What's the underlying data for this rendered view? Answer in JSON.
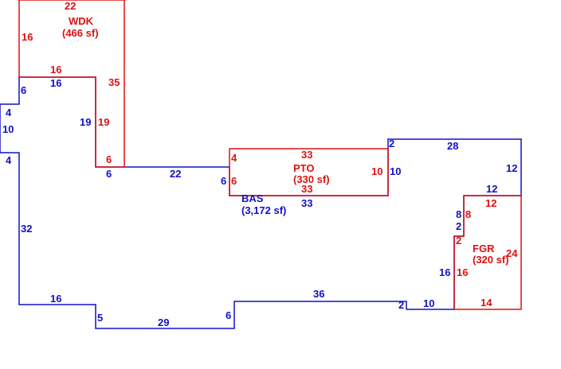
{
  "colors": {
    "main": "#1010c8",
    "addition": "#dd1111",
    "background": "#ffffff"
  },
  "areas": {
    "bas": {
      "code": "BAS",
      "size": "(3,172 sf)"
    },
    "pto": {
      "code": "PTO",
      "size": "(330 sf)"
    },
    "wdk": {
      "code": "WDK",
      "size": "(466 sf)"
    },
    "fgr": {
      "code": "FGR",
      "size": "(320 sf)"
    }
  },
  "dimensions": {
    "bas": {
      "wdk_left_6": "6",
      "wdk_bottom_16": "16",
      "wdk_right_19": "19",
      "bottom_step_6": "6",
      "left_top_4": "4",
      "left_step_10": "10",
      "left_bottom_4": "4",
      "left_side_32": "32",
      "bottom_left_16": "16",
      "bottom_step_5": "5",
      "bottom_29": "29",
      "step_6b": "6",
      "bottom_36": "36",
      "step_2": "2",
      "bottom_10": "10",
      "fgr_left_16": "16",
      "fgr_step_2": "2",
      "fgr_step_8": "8",
      "fgr_top_12": "12",
      "right_12": "12",
      "top_28": "28",
      "pto_right_2": "2",
      "pto_right_10": "10",
      "pto_bottom_33": "33",
      "mid_22": "22",
      "pto_left_6": "6"
    },
    "wdk": {
      "top_22": "22",
      "left_16": "16",
      "bottom_16": "16",
      "right_35": "35",
      "inner_19": "19",
      "bottom_6": "6"
    },
    "pto": {
      "top_33": "33",
      "left_4": "4",
      "left_6": "6",
      "bottom_33": "33",
      "right_10": "10"
    },
    "fgr": {
      "top_12": "12",
      "left_8": "8",
      "left_2": "2",
      "left_16": "16",
      "right_24": "24",
      "bottom_14": "14"
    }
  }
}
